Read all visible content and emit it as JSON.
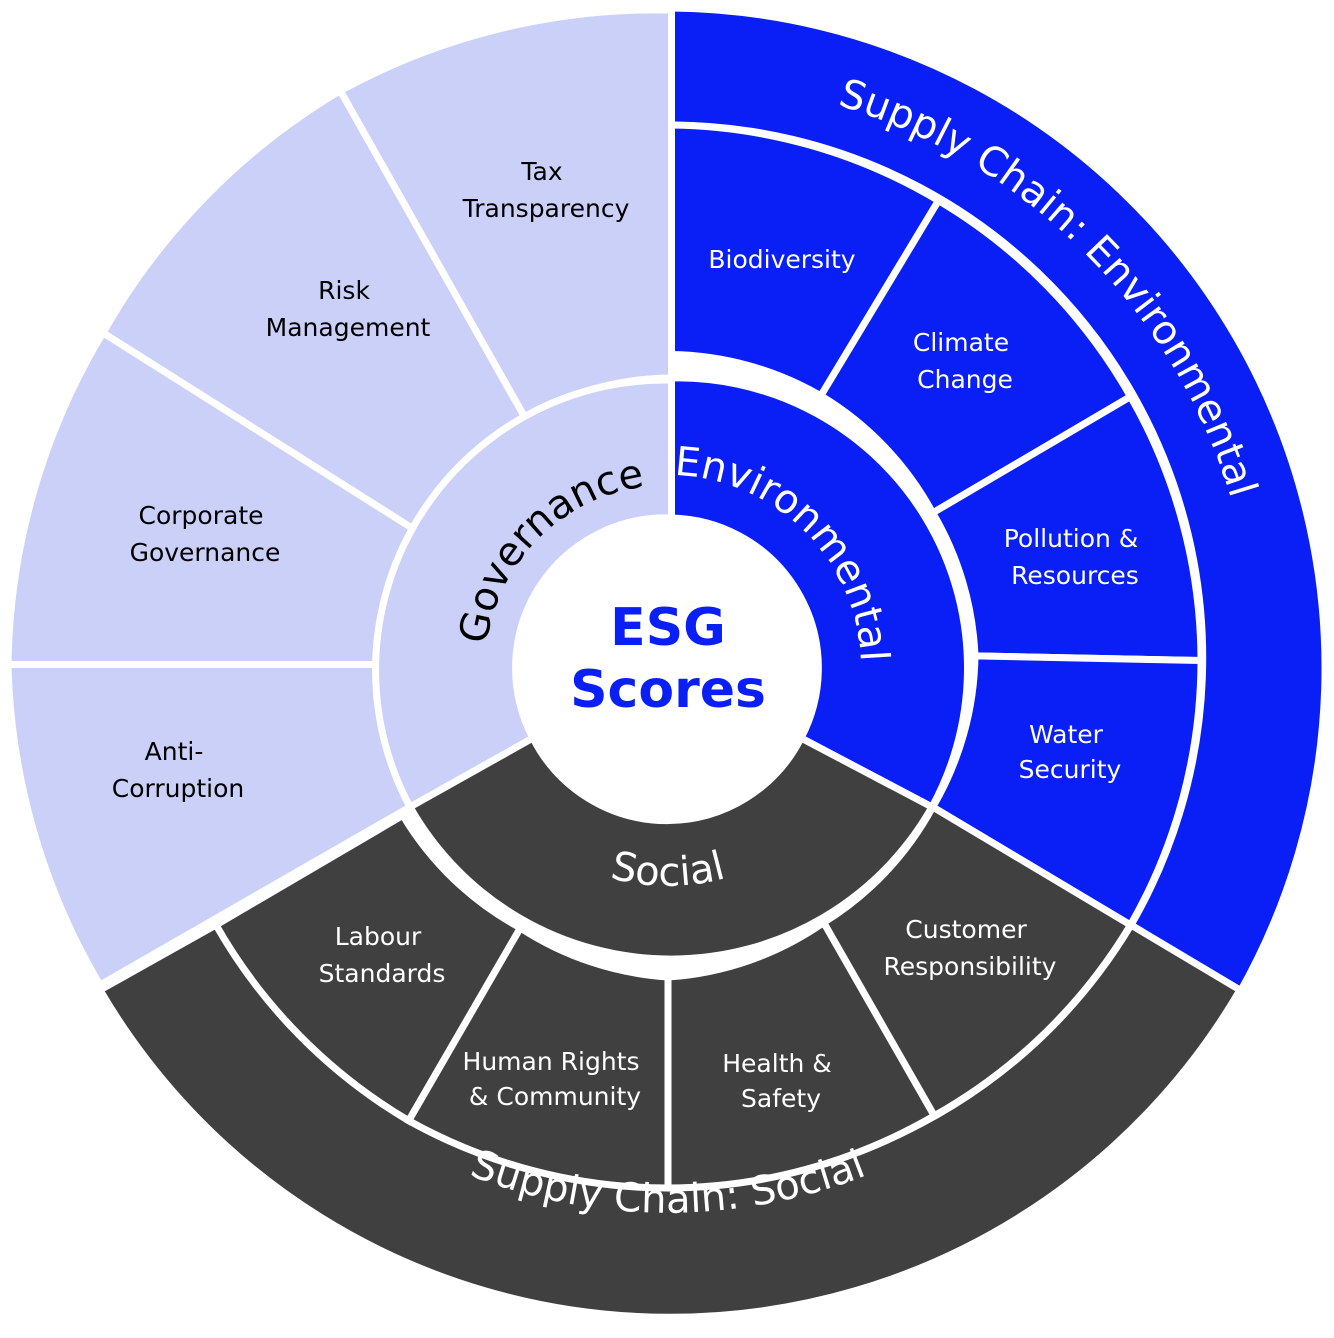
{
  "center": {
    "line1": "ESG",
    "line2": "Scores"
  },
  "categories": {
    "governance": "Governance",
    "environmental": "Environmental",
    "social": "Social"
  },
  "supply_chain": {
    "environmental": "Supply Chain: Environmental",
    "social": "Supply Chain: Social"
  },
  "topics": {
    "tax_transparency": [
      "Tax",
      "Transparency"
    ],
    "risk_management": [
      "Risk",
      "Management"
    ],
    "corporate_governance": [
      "Corporate",
      "Governance"
    ],
    "anti_corruption": [
      "Anti-",
      "Corruption"
    ],
    "biodiversity": [
      "Biodiversity"
    ],
    "climate_change": [
      "Climate",
      "Change"
    ],
    "pollution_resources": [
      "Pollution &",
      "Resources"
    ],
    "water_security": [
      "Water",
      "Security"
    ],
    "labour_standards": [
      "Labour",
      "Standards"
    ],
    "human_rights": [
      "Human Rights",
      "& Community"
    ],
    "health_safety": [
      "Health &",
      "Safety"
    ],
    "customer_responsibility": [
      "Customer",
      "Responsibility"
    ]
  },
  "colors": {
    "governance": "#cbd0f9",
    "environmental": "#0a1ff5",
    "social": "#404040",
    "center_text": "#0a1ff5",
    "governance_text": "#000000",
    "light_text": "#ffffff"
  }
}
